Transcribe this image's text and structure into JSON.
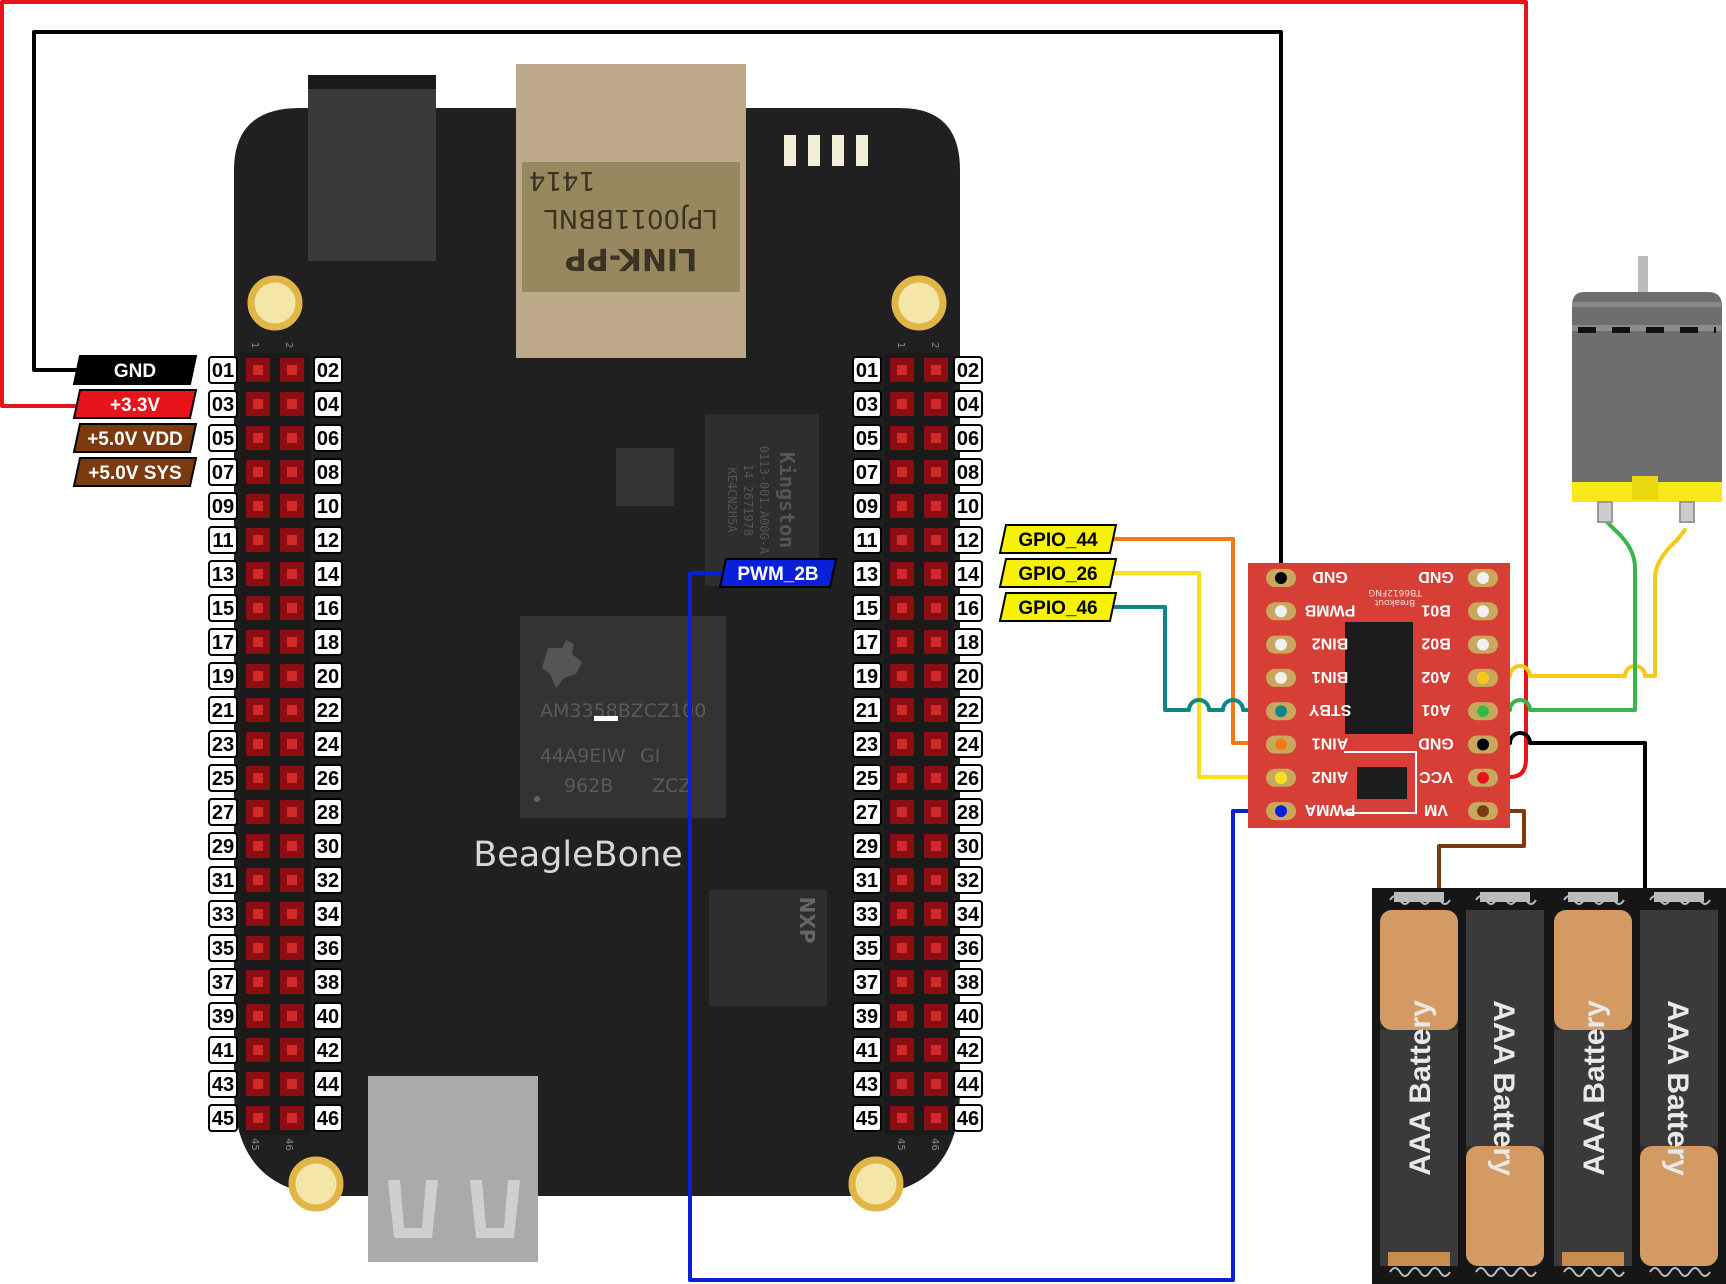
{
  "board": {
    "name": "BeagleBone",
    "ethernet_jack": {
      "brand": "LINK-PP",
      "part": "LPJ0011BBNL",
      "code": "1414"
    },
    "cpu": {
      "line1": "AM3358BZCZ100",
      "line2": "44A9EIW",
      "line3": "962B",
      "suffix1": "GI",
      "suffix2": "ZCZ"
    },
    "flash": {
      "brand": "Kingston",
      "line1": "0113-001.A00G-A",
      "line2": "14 2671978",
      "line3": "KE4CN2H5A"
    },
    "pmic": {
      "brand": "NXP"
    },
    "header_corner": {
      "top_left": "1",
      "top_right": "2",
      "bottom_left": "45",
      "bottom_right": "46"
    },
    "left_header_pins": [
      "01",
      "02",
      "03",
      "04",
      "05",
      "06",
      "07",
      "08",
      "09",
      "10",
      "11",
      "12",
      "13",
      "14",
      "15",
      "16",
      "17",
      "18",
      "19",
      "20",
      "21",
      "22",
      "23",
      "24",
      "25",
      "26",
      "27",
      "28",
      "29",
      "30",
      "31",
      "32",
      "33",
      "34",
      "35",
      "36",
      "37",
      "38",
      "39",
      "40",
      "41",
      "42",
      "43",
      "44",
      "45",
      "46"
    ],
    "right_header_pins": [
      "01",
      "02",
      "03",
      "04",
      "05",
      "06",
      "07",
      "08",
      "09",
      "10",
      "11",
      "12",
      "13",
      "14",
      "15",
      "16",
      "17",
      "18",
      "19",
      "20",
      "21",
      "22",
      "23",
      "24",
      "25",
      "26",
      "27",
      "28",
      "29",
      "30",
      "31",
      "32",
      "33",
      "34",
      "35",
      "36",
      "37",
      "38",
      "39",
      "40",
      "41",
      "42",
      "43",
      "44",
      "45",
      "46"
    ]
  },
  "power_tags": [
    {
      "label": "GND",
      "color": "#000000"
    },
    {
      "label": "+3.3V",
      "color": "#e8141b"
    },
    {
      "label": "+5.0V VDD",
      "color": "#7a3b10"
    },
    {
      "label": "+5.0V SYS",
      "color": "#7a3b10"
    }
  ],
  "signal_tags": [
    {
      "label": "PWM_2B",
      "color": "#0a1fd8"
    },
    {
      "label": "GPIO_44",
      "color": "#f7f200"
    },
    {
      "label": "GPIO_26",
      "color": "#f7f200"
    },
    {
      "label": "GPIO_46",
      "color": "#f7f200"
    }
  ],
  "driver": {
    "name": "TB6612FNG",
    "subtitle": "Breakout",
    "left_pins": [
      "GND",
      "PWMB",
      "BIN2",
      "BIN1",
      "STBY",
      "AIN1",
      "AIN2",
      "PWMA"
    ],
    "right_pins": [
      "GND",
      "B01",
      "B02",
      "A02",
      "A01",
      "GND",
      "VCC",
      "VM"
    ]
  },
  "battery": {
    "cells": [
      "AAA Battery",
      "AAA Battery",
      "AAA Battery",
      "AAA Battery"
    ]
  },
  "wire_colors": {
    "gnd": "#000000",
    "v33": "#e8141b",
    "pwm": "#0a1fd8",
    "gpio44": "#f27a16",
    "gpio26": "#f7e01a",
    "gpio46": "#108585",
    "motor_a": "#f7c81a",
    "motor_b": "#3ab54a",
    "vm": "#7a3b10"
  }
}
